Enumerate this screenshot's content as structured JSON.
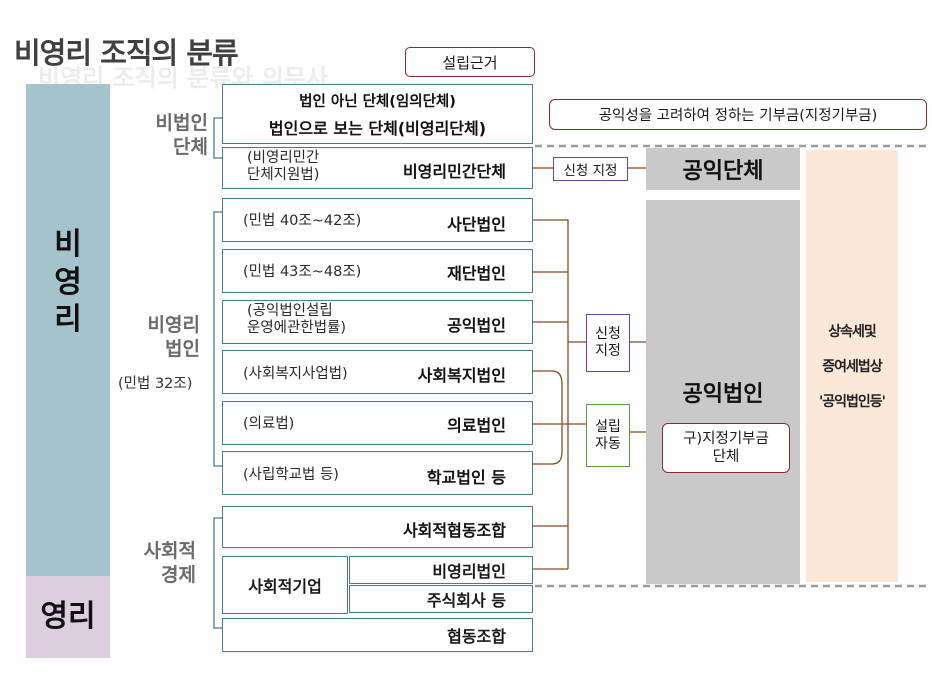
{
  "title": "비영리 조직의 분류",
  "ghost_title": "비영리 조직의 분류와 의무사",
  "legal_basis": "설립근거",
  "bars": {
    "nonprofit": "비영리",
    "profit": "영리"
  },
  "groups": {
    "non_corporate": "비법인\n단체",
    "nonprofit_corp": "비영리\n법인",
    "nonprofit_corp_law": "(민법 32조)",
    "social_economy": "사회적\n경제"
  },
  "unincorporated_box": {
    "line1": "법인 아닌 단체(임의단체)",
    "line2": "법인으로 보는 단체(비영리단체)"
  },
  "civil_org": {
    "law": "(비영리민간\n단체지원법)",
    "name": "비영리민간단체"
  },
  "corporations": [
    {
      "law": "(민법 40조~42조)",
      "name": "사단법인"
    },
    {
      "law": "(민법 43조~48조)",
      "name": "재단법인"
    },
    {
      "law": "(공익법인설립\n운영에관한법률)",
      "name": "공익법인"
    },
    {
      "law": "(사회복지사업법)",
      "name": "사회복지법인"
    },
    {
      "law": "(의료법)",
      "name": "의료법인"
    },
    {
      "law": "(사립학교법 등)",
      "name": "학교법인 등"
    }
  ],
  "social": {
    "coop": "사회적협동조합",
    "enterprise": "사회적기업",
    "nonprofit_corp": "비영리법인",
    "stock_co": "주식회사 등",
    "cooperative": "협동조합"
  },
  "donation_note": "공익성을 고려하여 정하는  기부금(지정기부금)",
  "apply_designation": "신청 지정",
  "apply_designation_v": "신청\n지정",
  "automatic": "설립\n자동",
  "public_body": "공익단체",
  "public_corp": "공익법인",
  "old_donation": "구)지정기부금\n단체",
  "tax_law": "상속세및\n증여세법상\n'공익법인등'",
  "colors": {
    "nonprofit_bar": "#a5c3cd",
    "profit_bar": "#dccedf",
    "gray_panel": "#c9c9c9",
    "peach_panel": "#fbe8d8",
    "connector": "#8b4a23"
  }
}
